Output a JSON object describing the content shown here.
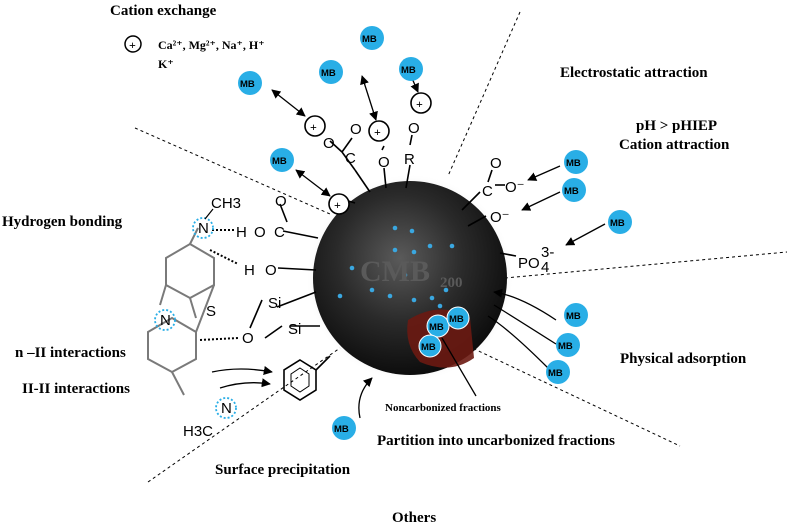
{
  "labels": {
    "cation_exchange": "Cation exchange",
    "cation_ions": "Ca²⁺, Mg²⁺, Na⁺, H⁺",
    "cation_ions_2": "K⁺",
    "electrostatic": "Electrostatic attraction",
    "ph_condition": "pH > pHIEP",
    "cation_attraction": "Cation attraction",
    "hydrogen_bonding": "Hydrogen bonding",
    "n_pi": "n –II interactions",
    "pi_pi": "II-II interactions",
    "physical_adsorption": "Physical adsorption",
    "noncarbonized": "Noncarbonized fractions",
    "partition": "Partition into uncarbonized fractions",
    "surface_precipitation": "Surface precipitation",
    "others": "Others",
    "core_label": "CMB",
    "core_sub": "200",
    "mb": "MB",
    "plus": "+"
  },
  "chem": {
    "o": "O",
    "c": "C",
    "r": "R",
    "h": "H",
    "si": "Si",
    "s": "S",
    "n": "N",
    "ch3": "CH3",
    "h3c": "H3C",
    "coo_minus": "O⁻",
    "o_minus": "O⁻",
    "po4": "PO",
    "po4_sub": "4",
    "po4_sup": "3-",
    "hyd_dash": "H – O – C",
    "h_o": "H – O"
  },
  "colors": {
    "mb_fill": "#29aee6",
    "core_dark": "#1e1e1e",
    "noncarbonized": "#6b1a12",
    "dot": "#3aa7e0"
  }
}
